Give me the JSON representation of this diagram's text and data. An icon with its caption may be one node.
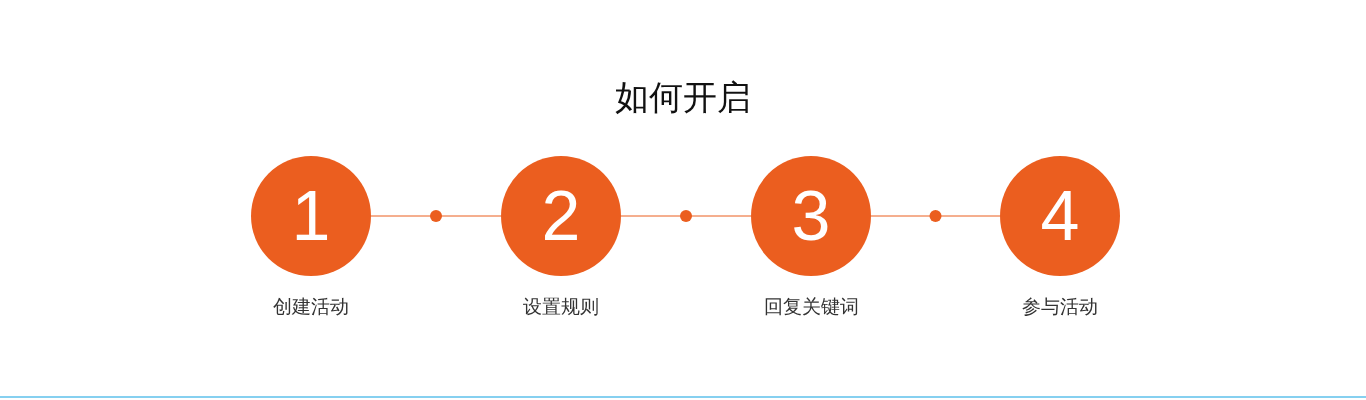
{
  "diagram": {
    "title": "如何开启",
    "nodes": [
      {
        "text": [
          "1"
        ],
        "beside": [
          "创建活动"
        ]
      },
      {
        "text": [
          "2"
        ],
        "beside": [
          "设置规则"
        ]
      },
      {
        "text": [
          "3"
        ],
        "beside": [
          "回复关键词"
        ]
      },
      {
        "text": [
          "4"
        ],
        "beside": [
          "参与活动"
        ]
      }
    ],
    "edges": [
      {
        "from": 0,
        "to": 1,
        "arrow": "none"
      },
      {
        "from": 1,
        "to": 2,
        "arrow": "none"
      },
      {
        "from": 2,
        "to": 3,
        "arrow": "none"
      }
    ]
  }
}
